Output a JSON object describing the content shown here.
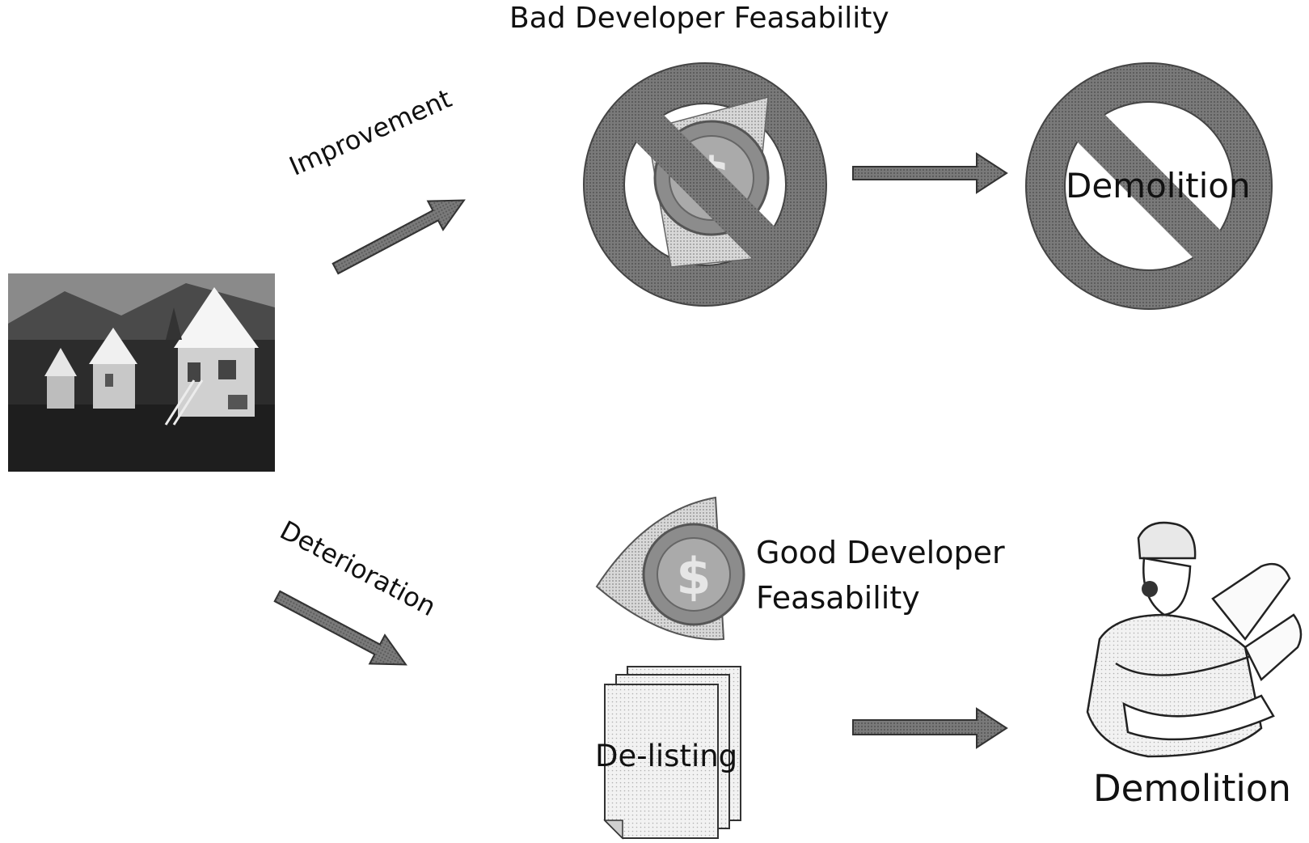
{
  "diagram": {
    "title": "Bad Developer Feasability",
    "improvement_label": "Improvement",
    "deterioration_label": "Deterioration",
    "good_feasability_line1": "Good Developer",
    "good_feasability_line2": "Feasability",
    "demolition_top_label": "Demolition",
    "delisting_label": "De-listing",
    "demolition_bottom_label": "Demolition"
  },
  "icons": {
    "houses": "houses-photo",
    "no_money": "prohibited-money-icon",
    "prohibited": "prohibited-icon",
    "money": "money-icon",
    "documents": "documents-icon",
    "worker": "construction-worker-icon",
    "arrow": "arrow-icon"
  },
  "colors": {
    "prohibit_ring": "#7a7a7a",
    "arrow_fill": "#6e6e6e",
    "coin": "#8c8c8c",
    "text": "#111111"
  }
}
